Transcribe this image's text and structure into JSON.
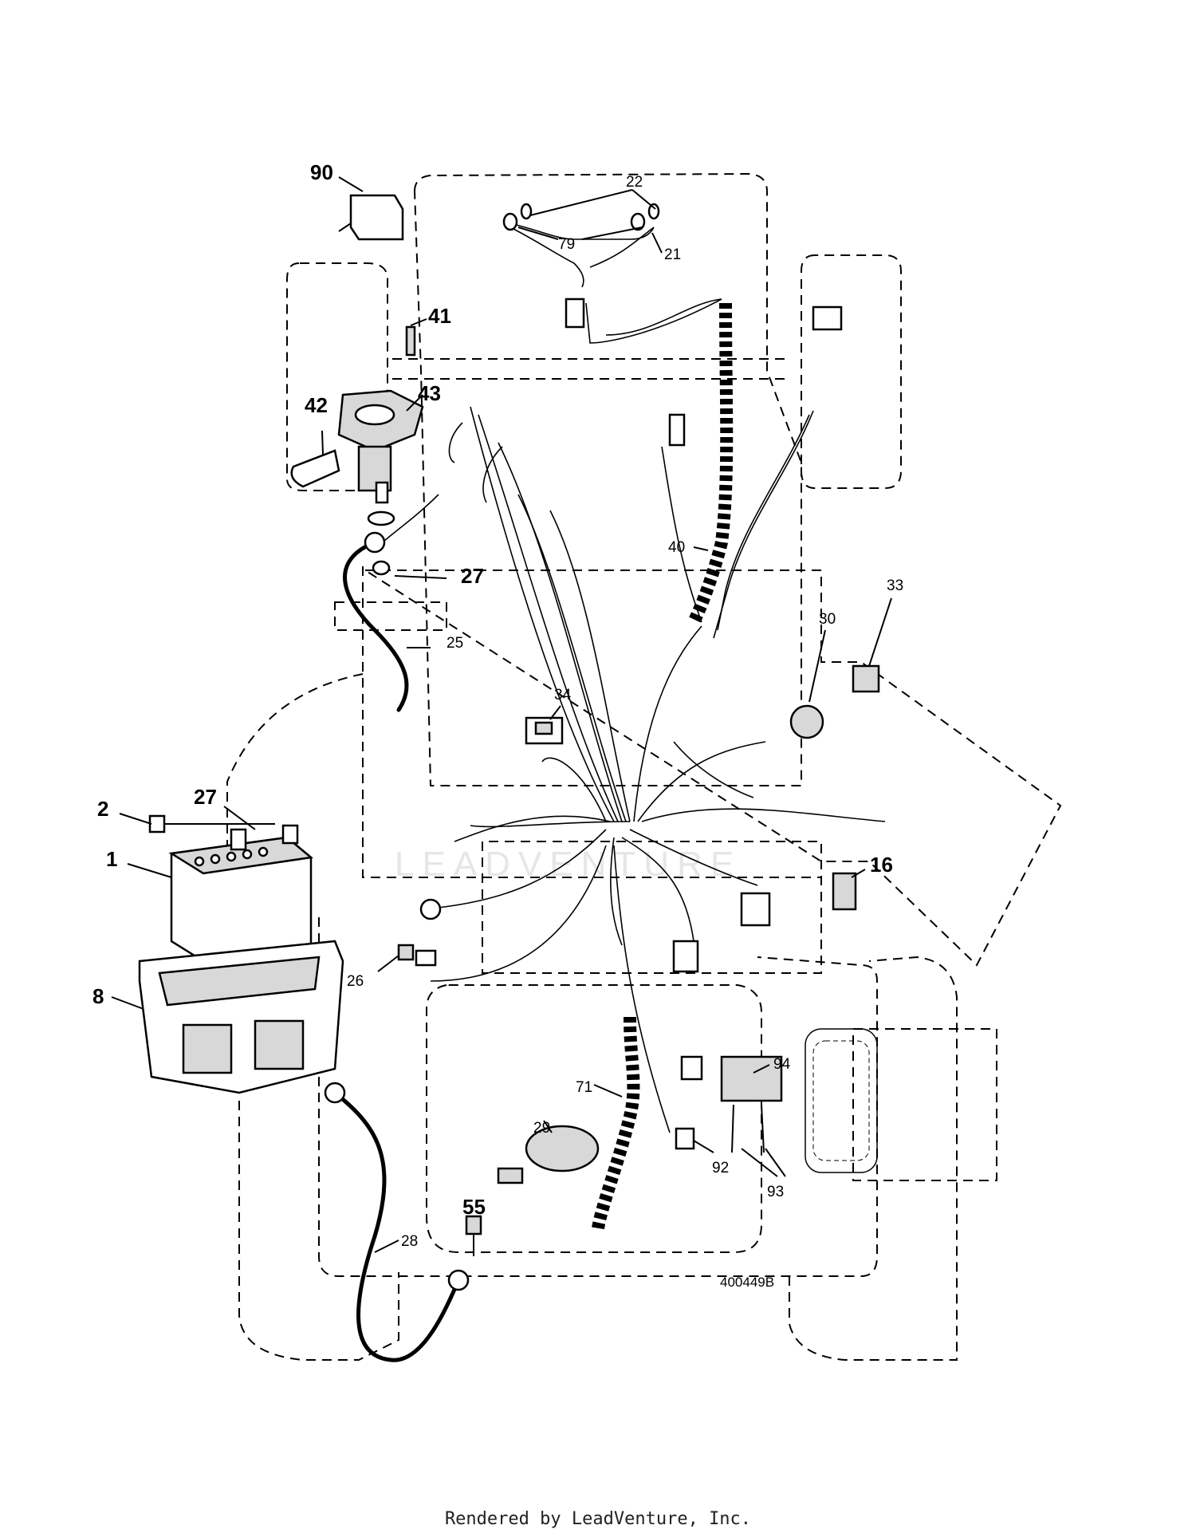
{
  "diagram": {
    "drawing_code": "400449B",
    "watermark": "LEADVENTURE",
    "callouts": [
      {
        "id": "90",
        "emphasis": true
      },
      {
        "id": "22",
        "emphasis": false
      },
      {
        "id": "79",
        "emphasis": false
      },
      {
        "id": "21",
        "emphasis": false
      },
      {
        "id": "41",
        "emphasis": true
      },
      {
        "id": "42",
        "emphasis": true
      },
      {
        "id": "43",
        "emphasis": true
      },
      {
        "id": "40",
        "emphasis": false
      },
      {
        "id": "27",
        "emphasis": true
      },
      {
        "id": "25",
        "emphasis": false
      },
      {
        "id": "33",
        "emphasis": false
      },
      {
        "id": "30",
        "emphasis": false
      },
      {
        "id": "34",
        "emphasis": false
      },
      {
        "id": "2",
        "emphasis": true
      },
      {
        "id": "27",
        "emphasis": true
      },
      {
        "id": "1",
        "emphasis": true
      },
      {
        "id": "16",
        "emphasis": true
      },
      {
        "id": "26",
        "emphasis": false
      },
      {
        "id": "8",
        "emphasis": true
      },
      {
        "id": "94",
        "emphasis": false
      },
      {
        "id": "71",
        "emphasis": false
      },
      {
        "id": "29",
        "emphasis": false
      },
      {
        "id": "92",
        "emphasis": false
      },
      {
        "id": "93",
        "emphasis": false
      },
      {
        "id": "55",
        "emphasis": true
      },
      {
        "id": "28",
        "emphasis": false
      }
    ]
  },
  "footer": {
    "credit": "Rendered by LeadVenture, Inc."
  }
}
